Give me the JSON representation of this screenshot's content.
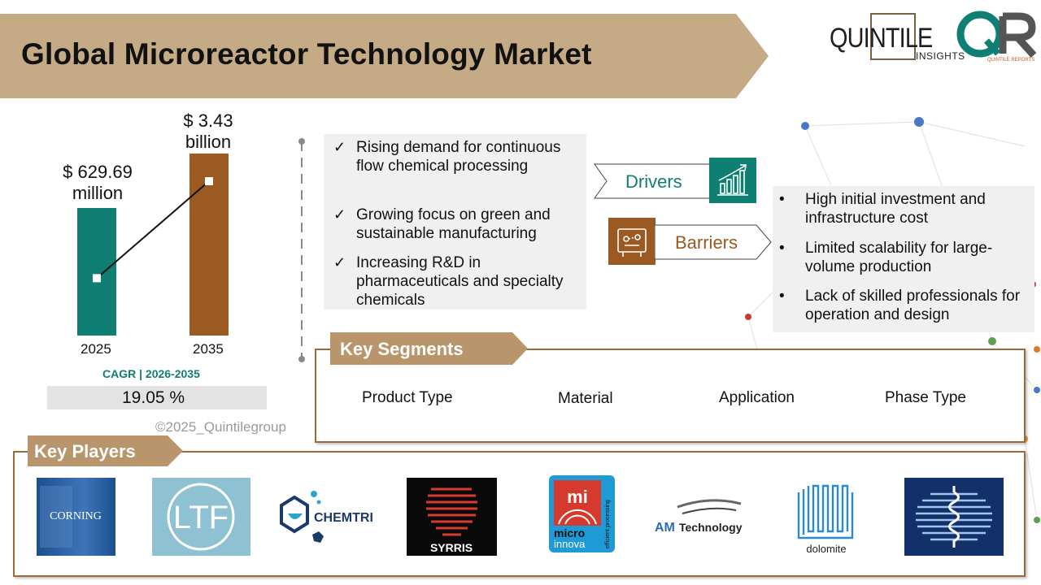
{
  "title": "Global Microreactor Technology Market",
  "logo": {
    "wordmark": "QUINTILE",
    "sub": "INSIGHTS",
    "monogram": "QR",
    "tagline": "QUINTILE REPORTS"
  },
  "colors": {
    "banner": "#c4aa85",
    "teal": "#0e7f72",
    "brown": "#9a5a22",
    "gold": "#b8956a"
  },
  "chart_data": {
    "type": "bar",
    "categories": [
      "2025",
      "2035"
    ],
    "series": [
      {
        "values": [
          629.69,
          3430
        ]
      }
    ],
    "value_labels": [
      "$ 629.69 million",
      "$ 3.43 billion"
    ],
    "value_labels_lines": [
      [
        "$ 629.69",
        "million"
      ],
      [
        "$ 3.43",
        "billion"
      ]
    ],
    "bar_colors": [
      "#0e7f72",
      "#9a5a22"
    ],
    "trend_line": true,
    "cagr_label": "CAGR | 2026-2035",
    "cagr_value": "19.05 %"
  },
  "copyright": "©2025_Quintilegroup",
  "drivers": {
    "label": "Drivers",
    "icon": "growth-chart-icon",
    "items": [
      "Rising demand  for continuous flow chemical processing",
      "Growing focus on green and sustainable manufacturing",
      "Increasing R&D in pharmaceuticals and specialty chemicals"
    ]
  },
  "barriers": {
    "label": "Barriers",
    "icon": "barrier-board-icon",
    "items": [
      "High initial investment and infrastructure cost",
      "Limited scalability for large-volume production",
      "Lack of skilled professionals for operation and design"
    ]
  },
  "key_segments": {
    "label": "Key Segments",
    "items": [
      "Product Type",
      "Material",
      "Application",
      "Phase Type"
    ]
  },
  "key_players": {
    "label": "Key Players",
    "logos": [
      {
        "name": "corning-logo",
        "text": "CORNING"
      },
      {
        "name": "ltf-logo",
        "text": "LTF"
      },
      {
        "name": "chemtrix-logo",
        "text": "CHEMTRI"
      },
      {
        "name": "syrris-logo",
        "text": "SYRRIS"
      },
      {
        "name": "microinnova-logo",
        "text": "mi",
        "line1": "micro",
        "line2": "innova",
        "side": "efficient processing"
      },
      {
        "name": "am-technology-logo",
        "text": "AM Technology"
      },
      {
        "name": "dolomite-logo",
        "text": "dolomite"
      },
      {
        "name": "unknown-microreactor-logo",
        "text": ""
      }
    ]
  }
}
